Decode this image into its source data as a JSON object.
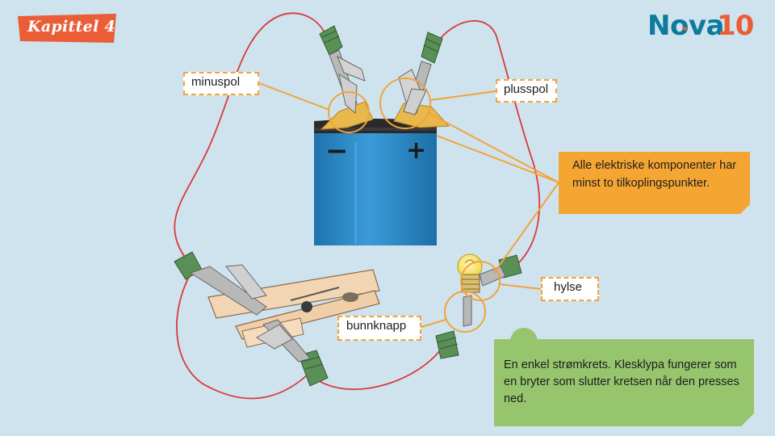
{
  "header": {
    "chapter_label": "Kapittel 4",
    "brand_name": "Nova",
    "brand_number": "10"
  },
  "diagram": {
    "labels": {
      "minus_terminal": "minuspol",
      "plus_terminal": "plusspol",
      "socket": "hylse",
      "bottom_contact": "bunnknapp"
    },
    "battery_signs": {
      "minus": "−",
      "plus": "+"
    },
    "callout_text": "Alle elektriske komponenter har minst to tilkoplingspunkter.",
    "caption": "En enkel strømkrets. Klesklypa fungerer som en bryter som slutter kretsen når den presses ned."
  },
  "colors": {
    "background": "#cfe3ef",
    "wire": "#d63b3b",
    "battery_body": "#2f8fcd",
    "highlight": "#f2a33a",
    "callout": "#f5a532",
    "note": "#97c56e",
    "clip": "#5a8f55",
    "brand": "#0e7a9c",
    "brand_accent": "#ea5d36"
  }
}
